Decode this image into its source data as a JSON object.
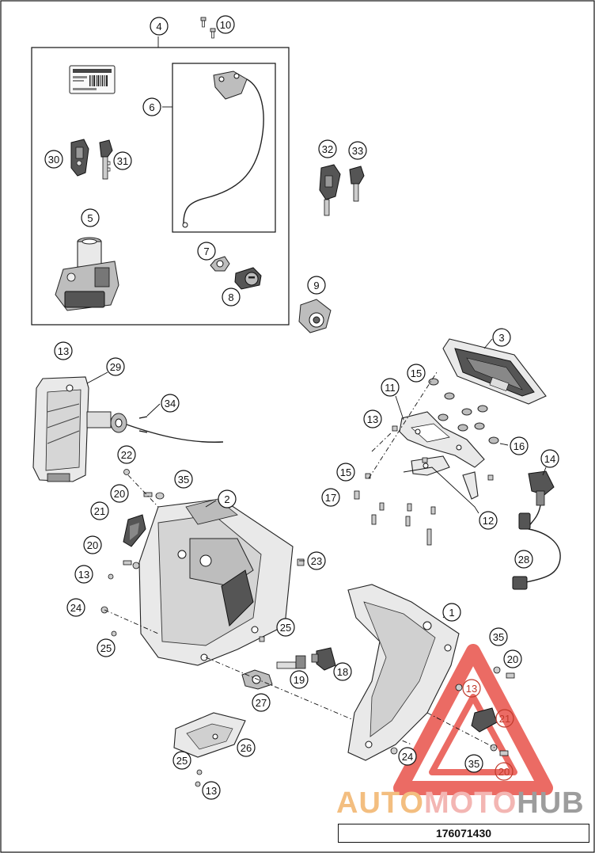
{
  "drawing_code": "176071430",
  "watermark": {
    "text_parts": [
      "AUTO",
      "MOTO",
      "HUB"
    ],
    "colors": {
      "auto": "#f2b36b",
      "moto": "#f1aaa6",
      "hub": "#8c8c8c",
      "triangle": "#e8524a"
    }
  },
  "callouts": [
    {
      "label": "1"
    },
    {
      "label": "2"
    },
    {
      "label": "3"
    },
    {
      "label": "4"
    },
    {
      "label": "5"
    },
    {
      "label": "6"
    },
    {
      "label": "7"
    },
    {
      "label": "8"
    },
    {
      "label": "9"
    },
    {
      "label": "10"
    },
    {
      "label": "11"
    },
    {
      "label": "12"
    },
    {
      "label": "13"
    },
    {
      "label": "13"
    },
    {
      "label": "13"
    },
    {
      "label": "13"
    },
    {
      "label": "13"
    },
    {
      "label": "14"
    },
    {
      "label": "15"
    },
    {
      "label": "15"
    },
    {
      "label": "16"
    },
    {
      "label": "17"
    },
    {
      "label": "18"
    },
    {
      "label": "19"
    },
    {
      "label": "20"
    },
    {
      "label": "20"
    },
    {
      "label": "20"
    },
    {
      "label": "20"
    },
    {
      "label": "21"
    },
    {
      "label": "21"
    },
    {
      "label": "22"
    },
    {
      "label": "23"
    },
    {
      "label": "24"
    },
    {
      "label": "24"
    },
    {
      "label": "25"
    },
    {
      "label": "25"
    },
    {
      "label": "25"
    },
    {
      "label": "26"
    },
    {
      "label": "27"
    },
    {
      "label": "28"
    },
    {
      "label": "29"
    },
    {
      "label": "30"
    },
    {
      "label": "31"
    },
    {
      "label": "32"
    },
    {
      "label": "33"
    },
    {
      "label": "34"
    },
    {
      "label": "35"
    },
    {
      "label": "35"
    },
    {
      "label": "35"
    }
  ]
}
